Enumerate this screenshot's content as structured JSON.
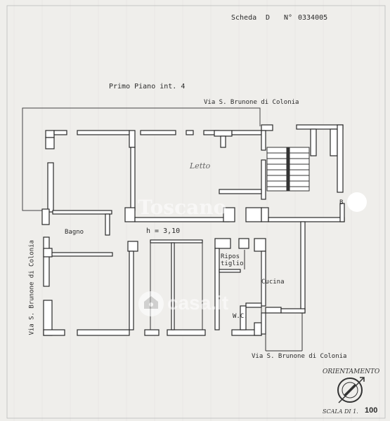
{
  "header": {
    "scheda_label": "Scheda",
    "scheda_letter": "D",
    "number_label": "N°",
    "number": "0334005"
  },
  "floor_title": "Primo Piano int. 4",
  "streets": {
    "top": "Via S. Brunone di Colonia",
    "left": "Via S. Brunone di Colonia",
    "bottom": "Via S. Brunone di Colonia"
  },
  "rooms": {
    "letto": "Letto",
    "bagno": "Bagno",
    "height": "h = 3,10",
    "ripostiglio_line1": "Ripos",
    "ripostiglio_line2": "tiglio",
    "cucina": "Cucina",
    "wc": "W.C.",
    "ba_partial": "B"
  },
  "orientation_label": "ORIENTAMENTO",
  "scale_label": "SCALA DI 1.",
  "scale_value": "100",
  "watermark": {
    "left": "Toscano",
    "right": "casa.it"
  },
  "colors": {
    "paper": "#efeeeb",
    "ink": "#2a2a2a",
    "wall_fill": "#ffffff",
    "grid": "#c9c9c6"
  }
}
